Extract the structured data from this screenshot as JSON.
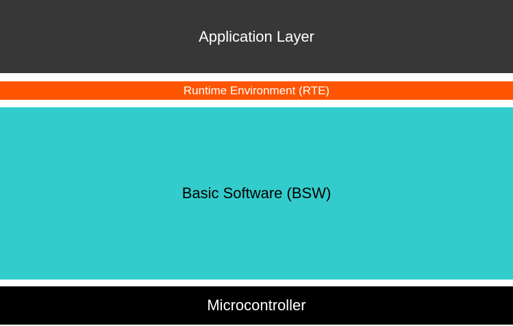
{
  "diagram": {
    "layers": [
      {
        "id": "application",
        "label": "Application Layer",
        "bg": "#373737",
        "fg": "#ffffff"
      },
      {
        "id": "rte",
        "label": "Runtime Environment (RTE)",
        "bg": "#ff5500",
        "fg": "#ffffff"
      },
      {
        "id": "bsw",
        "label": "Basic Software (BSW)",
        "bg": "#33cccc",
        "fg": "#000000"
      },
      {
        "id": "microcontroller",
        "label": "Microcontroller",
        "bg": "#000000",
        "fg": "#ffffff"
      }
    ]
  }
}
